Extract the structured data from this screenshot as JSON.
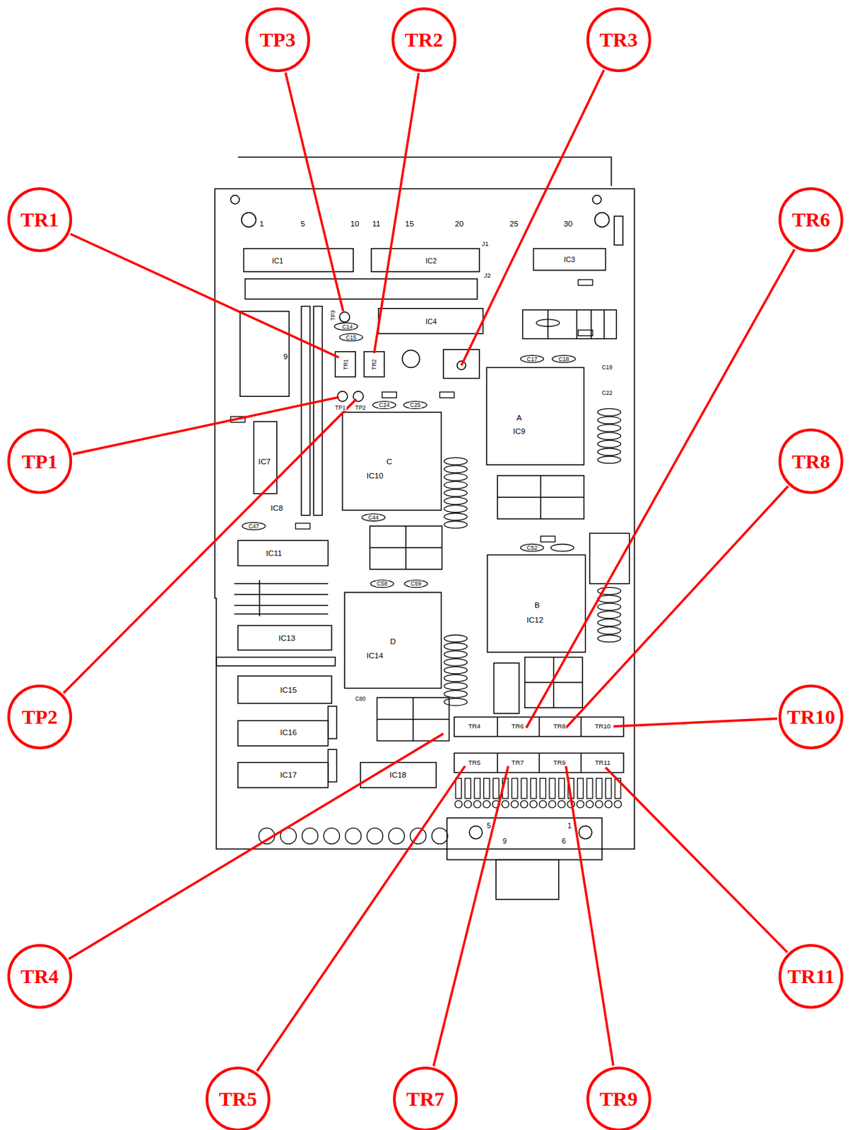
{
  "diagram": {
    "nodes": [
      {
        "text": [
          "TP3"
        ]
      },
      {
        "text": [
          "TR2"
        ]
      },
      {
        "text": [
          "TR3"
        ]
      },
      {
        "text": [
          "TR1"
        ]
      },
      {
        "text": [
          "TR6"
        ]
      },
      {
        "text": [
          "TP1"
        ]
      },
      {
        "text": [
          "TR8"
        ]
      },
      {
        "text": [
          "TP2"
        ]
      },
      {
        "text": [
          "TR10"
        ]
      },
      {
        "text": [
          "TR4"
        ]
      },
      {
        "text": [
          "TR11"
        ]
      },
      {
        "text": [
          "TR5"
        ]
      },
      {
        "text": [
          "TR7"
        ]
      },
      {
        "text": [
          "TR9"
        ]
      }
    ],
    "labels": [
      "1",
      "5",
      "10",
      "11",
      "15",
      "20",
      "25",
      "30",
      "IC1",
      "IC2",
      "IC3",
      "IC4",
      "J1",
      "J2",
      "TP3",
      "C14",
      "C15",
      "TR1",
      "TR2",
      "TP1",
      "TP2",
      "C24",
      "C25",
      "IC10",
      "IC9",
      "IC12",
      "IC14",
      "IC11",
      "IC13",
      "IC15",
      "IC16",
      "IC17",
      "IC18",
      "IC7",
      "IC8",
      "9",
      "A",
      "C",
      "B",
      "D",
      "TR4",
      "TR6",
      "TR8",
      "TR10",
      "TR5",
      "TR7",
      "TR9",
      "TR11",
      "5",
      "1",
      "9",
      "6",
      "C47",
      "C44",
      "C52",
      "C58",
      "C59",
      "C80",
      "C17",
      "C18",
      "C19",
      "C22"
    ]
  }
}
